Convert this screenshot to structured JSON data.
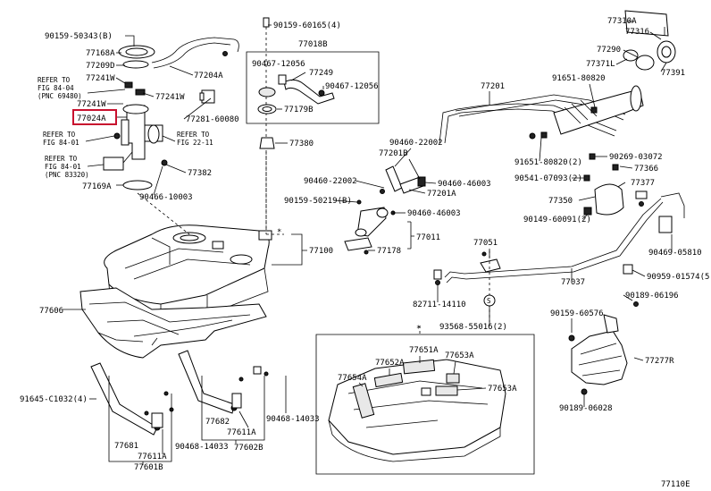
{
  "diagram_id": "77110E",
  "highlighted_part": "77024A",
  "labels": {
    "l_90159_50343": "90159-50343(B)",
    "l_77168A": "77168A",
    "l_77209D": "77209D",
    "l_77241W_1": "77241W",
    "l_77204A": "77204A",
    "l_refer_84_04_a": "REFER TO",
    "l_refer_84_04_b": "FIG 84-04",
    "l_refer_84_04_c": "(PNC 69480)",
    "l_77241W_2": "77241W",
    "l_77241W_3": "77241W",
    "l_77024A": "77024A",
    "l_77281_60080": "77281-60080",
    "l_refer_84_01a_a": "REFER TO",
    "l_refer_84_01a_b": "FIG 84-01",
    "l_refer_22_11_a": "REFER TO",
    "l_refer_22_11_b": "FIG 22-11",
    "l_refer_84_01b_a": "REFER TO",
    "l_refer_84_01b_b": "FIG 84-01",
    "l_refer_84_01b_c": "(PNC 83320)",
    "l_77382": "77382",
    "l_77169A": "77169A",
    "l_90466_10003": "90466-10003",
    "l_90159_60165": "90159-60165(4)",
    "l_77018B": "77018B",
    "l_90467_12056_a": "90467-12056",
    "l_77249": "77249",
    "l_90467_12056_b": "90467-12056",
    "l_77179B": "77179B",
    "l_77380": "77380",
    "l_77100": "77100",
    "l_77606": "77606",
    "l_77201": "77201",
    "l_90460_22002_a": "90460-22002",
    "l_77201B": "77201B",
    "l_90460_22002_b": "90460-22002",
    "l_90460_46003_a": "90460-46003",
    "l_77201A": "77201A",
    "l_90159_50219": "90159-50219(B)",
    "l_90460_46003_b": "90460-46003",
    "l_77011": "77011",
    "l_77178": "77178",
    "l_77310A": "77310A",
    "l_77316": "77316",
    "l_77290": "77290",
    "l_77371L": "77371L",
    "l_77391": "77391",
    "l_91651_80820_a": "91651-80820",
    "l_91651_80820_b": "91651-80820(2)",
    "l_90269_03072": "90269-03072",
    "l_77366": "77366",
    "l_90541_07093": "90541-07093(2)",
    "l_77377": "77377",
    "l_77350": "77350",
    "l_90149_60091": "90149-60091(2)",
    "l_90469_05810": "90469-05810",
    "l_77051": "77051",
    "l_77037": "77037",
    "l_90959_01574": "90959-01574(5)",
    "l_90189_06196": "90189-06196",
    "l_82711_14110": "82711-14110",
    "l_93568_55016": "93568-55016(2)",
    "l_90159_60576": "90159-60576",
    "l_77277R": "77277R",
    "l_90189_06028": "90189-06028",
    "l_77651A": "77651A",
    "l_77652A": "77652A",
    "l_77653A_1": "77653A",
    "l_77654A": "77654A",
    "l_77653A_2": "77653A",
    "l_91645_c1032": "91645-C1032(4)",
    "l_77681": "77681",
    "l_77611A_1": "77611A",
    "l_77601B": "77601B",
    "l_77682": "77682",
    "l_77611A_2": "77611A",
    "l_90468_14033_a": "90468-14033",
    "l_90468_14033_b": "90468-14033",
    "l_77602B": "77602B",
    "l_s_marker": "S",
    "l_star_a": "*",
    "l_star_b": "*"
  }
}
